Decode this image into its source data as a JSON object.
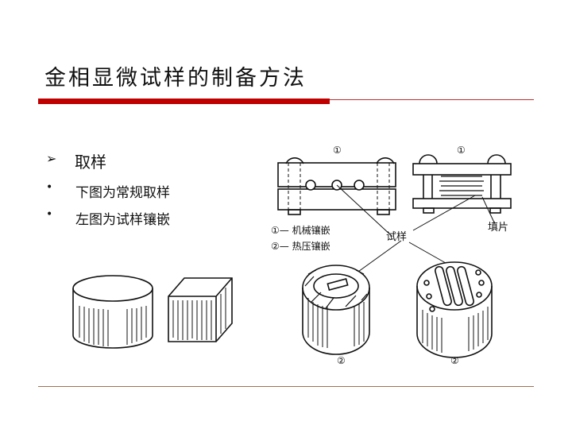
{
  "title": "金相显微试样的制备方法",
  "bullets": {
    "main": "取样",
    "items": [
      "下图为常规取样",
      "左图为试样镶嵌"
    ]
  },
  "diagram": {
    "top_left_label": "①",
    "top_right_label": "①",
    "bottom_left_label": "②",
    "bottom_right_label": "②",
    "legend_1": "①— 机械镶嵌",
    "legend_2": "②— 热压镶嵌",
    "sample_label": "试样",
    "shim_label": "填片"
  },
  "colors": {
    "accent": "#c00000"
  }
}
